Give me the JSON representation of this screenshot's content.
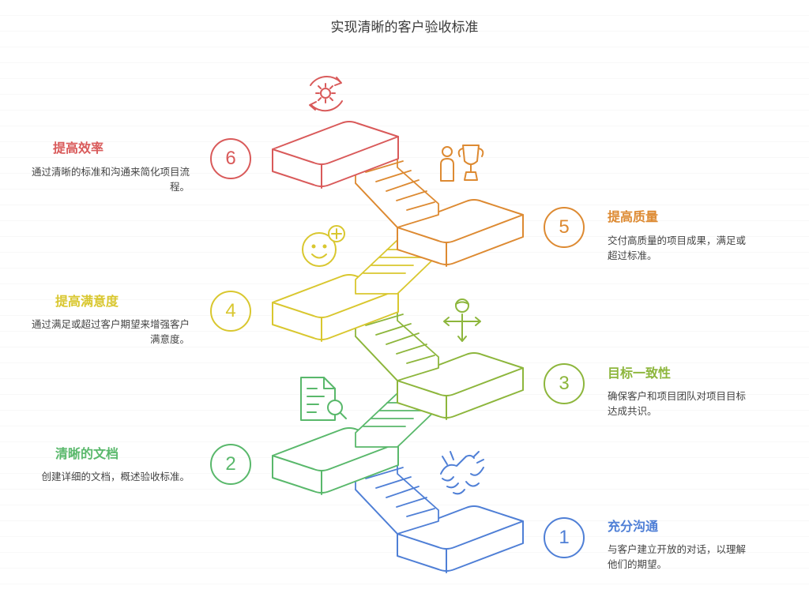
{
  "title": "实现清晰的客户验收标准",
  "steps": [
    {
      "number": "1",
      "label": "充分沟通",
      "desc": "与客户建立开放的对话，以理解他们的期望。",
      "color": "#4f7fd6"
    },
    {
      "number": "2",
      "label": "清晰的文档",
      "desc": "创建详细的文档，概述验收标准。",
      "color": "#59b86b"
    },
    {
      "number": "3",
      "label": "目标一致性",
      "desc": "确保客户和项目团队对项目目标达成共识。",
      "color": "#8db63c"
    },
    {
      "number": "4",
      "label": "提高满意度",
      "desc": "通过满足或超过客户期望来增强客户满意度。",
      "color": "#d9c72f"
    },
    {
      "number": "5",
      "label": "提高质量",
      "desc": "交付高质量的项目成果，满足或超过标准。",
      "color": "#dd8a32"
    },
    {
      "number": "6",
      "label": "提高效率",
      "desc": "通过清晰的标准和沟通来简化项目流程。",
      "color": "#d95a5a"
    }
  ]
}
